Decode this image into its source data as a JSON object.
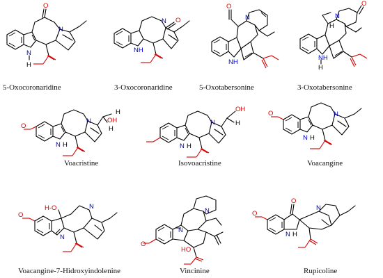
{
  "compounds": [
    {
      "id": "c1",
      "name": "5-Oxocoronaridine"
    },
    {
      "id": "c2",
      "name": "3-Oxocoronaridine"
    },
    {
      "id": "c3",
      "name": "5-Oxotabersonine"
    },
    {
      "id": "c4",
      "name": "3-Oxotabersonine"
    },
    {
      "id": "c5",
      "name": "Voacristine"
    },
    {
      "id": "c6",
      "name": "Isovoacristine"
    },
    {
      "id": "c7",
      "name": "Voacangine"
    },
    {
      "id": "c8",
      "name": "Voacangine-7-Hidroxyindolenine"
    },
    {
      "id": "c9",
      "name": "Vincinine"
    },
    {
      "id": "c10",
      "name": "Rupicoline"
    }
  ],
  "atom_labels": {
    "n": "N",
    "nh": "NH",
    "h": "H",
    "o": "O",
    "oh": "OH",
    "ho": "HO",
    "h_o": "H-O"
  },
  "colors": {
    "bond": "#000000",
    "nitrogen": "#0000cc",
    "oxygen": "#d40000",
    "background": "#ffffff"
  }
}
